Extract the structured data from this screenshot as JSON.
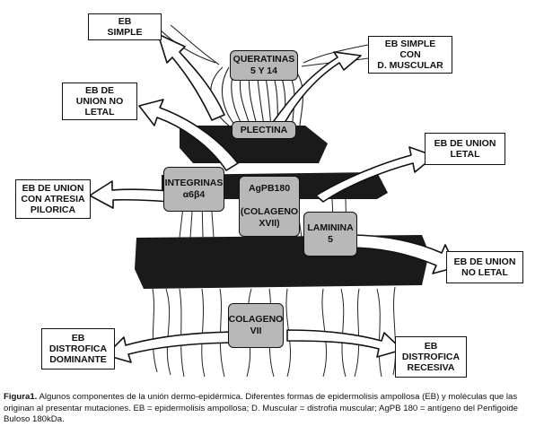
{
  "outcomes": {
    "eb_simple": "EB\nSIMPLE",
    "eb_simple_muscular": "EB SIMPLE\nCON\nD. MUSCULAR",
    "junctional_nonlethal_top": "EB DE\nUNION NO\nLETAL",
    "junctional_lethal": "EB DE UNION\nLETAL",
    "junctional_pyloric": "EB DE UNION\nCON ATRESIA\nPILORICA",
    "junctional_nonlethal_right": "EB DE UNION\nNO LETAL",
    "dystrophic_dominant": "EB\nDISTROFICA\nDOMINANTE",
    "dystrophic_recessive": "EB\nDISTROFICA\nRECESIVA"
  },
  "molecules": {
    "keratins": "QUERATINAS\n5 Y 14",
    "plectin": "PLECTINA",
    "integrins": "INTEGRINAS\nα6β4",
    "agpb180": "AgPB180\n\n(COLAGENO\nXVII)",
    "laminin": "LAMININA\n5",
    "collagen7": "COLAGENO\nVII"
  },
  "caption": {
    "label": "Figura1.",
    "text": " Algunos componentes de la unión dermo-epidérmica. Diferentes formas de epidermolisis ampollosa (EB) y moléculas que las originan al presentar mutaciones. EB = epidermolisis ampollosa; D. Muscular = distrofia muscular; AgPB 180 = antígeno del Penfigoide Buloso 180kDa."
  }
}
